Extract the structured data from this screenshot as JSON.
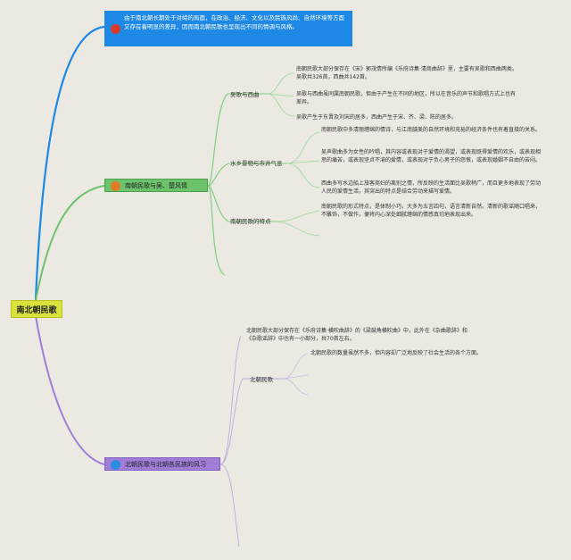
{
  "root": {
    "label": "南北朝民歌"
  },
  "top_note": {
    "text": "由于南北朝长期处于对峙的局面，在政治、经济、文化以及民族风尚、自然环境等方面又存在着明显的差异，因而南北朝民歌也呈现出不同的情调与风格。"
  },
  "south": {
    "label": "南朝民歌与吴、楚风情",
    "wu_xiqu": {
      "label": "吴歌与西曲",
      "items": [
        "南朝民歌大部分保存在《宋》郭茂倩所编《乐府诗集·清商曲辞》里，主要有吴歌和西曲两类。吴歌共326首，西曲共142首。",
        "吴歌与西曲虽同属南朝民歌，但由于产生在不同的地区，所以在音乐的声节和歌唱方式上也有差异。",
        "吴歌产生于东晋及刘宋的居多，西曲产生于宋、齐、梁、陈的居多。"
      ]
    },
    "shuixiang": {
      "label": "水乡景物与市井气息",
      "items": [
        "南朝民歌中多清丽缠绵的情诗，与江南龋美的自然环境和充裕的经济条件也有着直接的关系。",
        "吴声歌曲多为女性的吟唱，其内容或表现对于爱情的渴望，或表现既得爱情的欢乐，或表现相思的痛苦，或表现坚贞不渝的爱情，或表现对于负心男子的怨恨，或表现婚姻不自由的苦闷。",
        "西曲多写水边船上旅客商妇的离别之情，所反映的生活面比吴歌稍广，而且更多地表现了劳动人民的爱情生活，其突出的特点是结合劳动来描写爱情。"
      ]
    },
    "tedian": {
      "label": "南朝民歌的特点",
      "items": [
        "南朝民歌的形式特点，是体制小巧，大多为五言四句，语言清新自然。清新的歌谣随口唱来，不雕饰，不做作，便将内心深处细腻缠绵的情感真切地表现出来。"
      ]
    }
  },
  "north": {
    "label": "北朝民歌与北朝各民族的风习",
    "intro": "北朝民歌大部分保存在《乐府诗集·横吹曲辞》的《梁鼓角横吹曲》中，此外在《杂曲歌辞》和《杂歌谣辞》中也有一小部分，共70首左右。",
    "beichao": {
      "label": "北朝民歌",
      "items": [
        "北朝民歌的数量虽然不多，但内容却广泛地反映了社会生活的各个方面。"
      ]
    }
  },
  "colors": {
    "root": "#d8e23a",
    "top_note": "#1e88e5",
    "south_branch": "#6cc36c",
    "north_branch": "#a07ed8",
    "background": "#ebe9e2"
  }
}
